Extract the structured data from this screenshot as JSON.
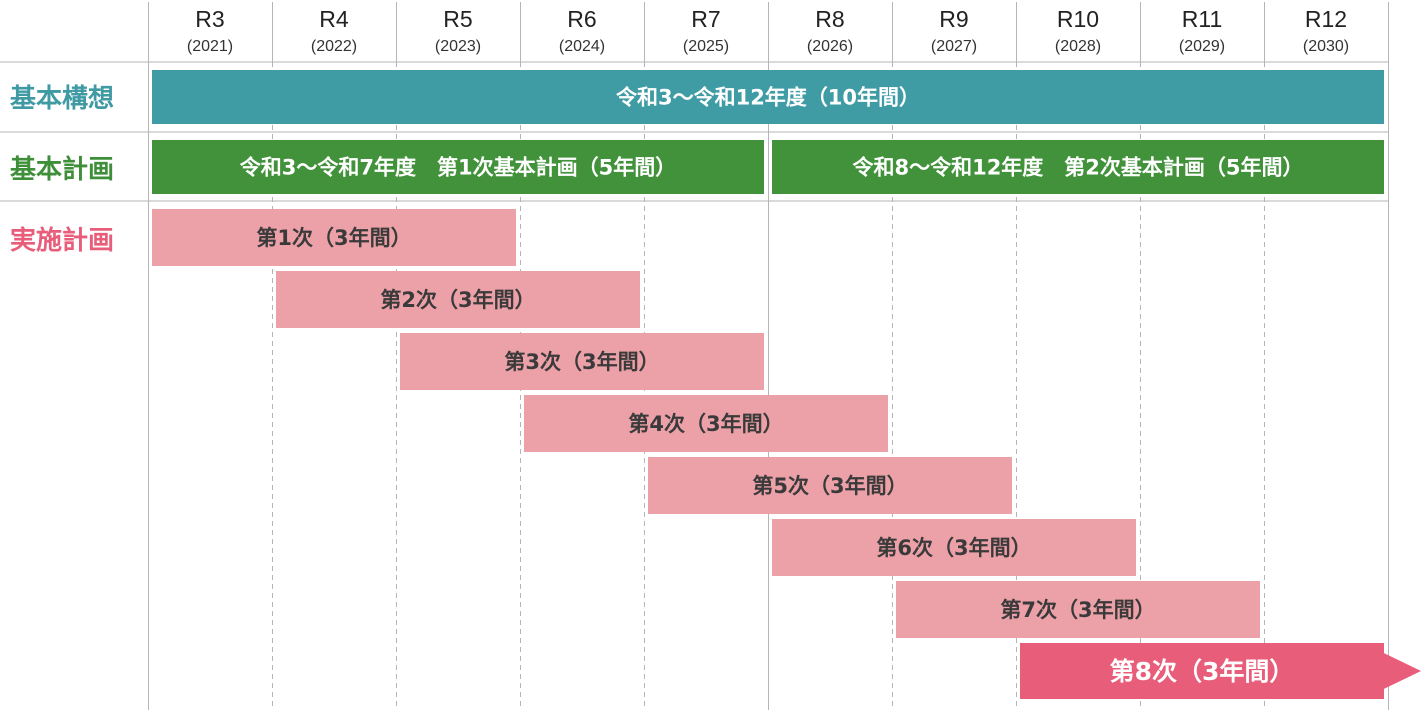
{
  "header": {
    "years": [
      {
        "era": "R3",
        "year": "(2021)"
      },
      {
        "era": "R4",
        "year": "(2022)"
      },
      {
        "era": "R5",
        "year": "(2023)"
      },
      {
        "era": "R6",
        "year": "(2024)"
      },
      {
        "era": "R7",
        "year": "(2025)"
      },
      {
        "era": "R8",
        "year": "(2026)"
      },
      {
        "era": "R9",
        "year": "(2027)"
      },
      {
        "era": "R10",
        "year": "(2028)"
      },
      {
        "era": "R11",
        "year": "(2029)"
      },
      {
        "era": "R12",
        "year": "(2030)"
      }
    ]
  },
  "rows": [
    {
      "label": "基本構想",
      "color": "#3f9aa3"
    },
    {
      "label": "基本計画",
      "color": "#3f8f3a"
    },
    {
      "label": "実施計画",
      "color": "#e85d7a"
    }
  ],
  "bars": {
    "vision": {
      "text": "令和3〜令和12年度（10年間）",
      "start_index": 0,
      "span": 10,
      "color": "#3f9ca5"
    },
    "basic_plans": [
      {
        "text": "令和3〜令和7年度　第1次基本計画（5年間）",
        "start_index": 0,
        "span": 5,
        "color": "#42923b"
      },
      {
        "text": "令和8〜令和12年度　第2次基本計画（5年間）",
        "start_index": 5,
        "span": 5,
        "color": "#42923b"
      }
    ],
    "implementation": [
      {
        "text": "第1次（3年間）",
        "start_index": 0,
        "span": 3,
        "color": "#eca0a8"
      },
      {
        "text": "第2次（3年間）",
        "start_index": 1,
        "span": 3,
        "color": "#eca0a8"
      },
      {
        "text": "第3次（3年間）",
        "start_index": 2,
        "span": 3,
        "color": "#eca0a8"
      },
      {
        "text": "第4次（3年間）",
        "start_index": 3,
        "span": 3,
        "color": "#eca0a8"
      },
      {
        "text": "第5次（3年間）",
        "start_index": 4,
        "span": 3,
        "color": "#eca0a8"
      },
      {
        "text": "第6次（3年間）",
        "start_index": 5,
        "span": 3,
        "color": "#eca0a8"
      },
      {
        "text": "第7次（3年間）",
        "start_index": 6,
        "span": 3,
        "color": "#eca0a8"
      },
      {
        "text": "第8次（3年間）",
        "start_index": 7,
        "span": 3,
        "color": "#e85d7a",
        "arrow": true
      }
    ]
  },
  "colors": {
    "grid_line": "#b5b5b5",
    "pink_text": "#3a3a3a",
    "white_text": "#ffffff"
  }
}
